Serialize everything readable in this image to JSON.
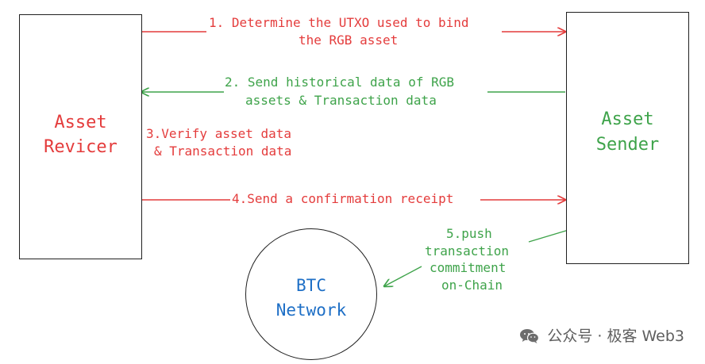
{
  "colors": {
    "red": "#e43c3c",
    "green": "#3ea34a",
    "blue": "#1e6fc6",
    "line": "#202020",
    "watermark": "#5e5e5e"
  },
  "diagram": {
    "receiver": {
      "line1": "Asset",
      "line2": "Revicer"
    },
    "sender": {
      "line1": "Asset",
      "line2": "Sender"
    },
    "network": {
      "line1": "BTC",
      "line2": "Network"
    },
    "steps": [
      {
        "line1": "1. Determine the UTXO used to bind",
        "line2": "the RGB asset"
      },
      {
        "line1": "2. Send historical data of RGB",
        "line2": "assets & Transaction data"
      },
      {
        "line1": "3.Verify asset data",
        "line2": "& Transaction data"
      },
      {
        "line1": "4.Send a confirmation receipt"
      },
      {
        "line1": "5.push",
        "line2": "transaction",
        "line3": "commitment",
        "line4": "on-Chain"
      }
    ]
  },
  "watermark": {
    "text": "公众号 · 极客 Web3",
    "icon": "wechat-icon"
  }
}
